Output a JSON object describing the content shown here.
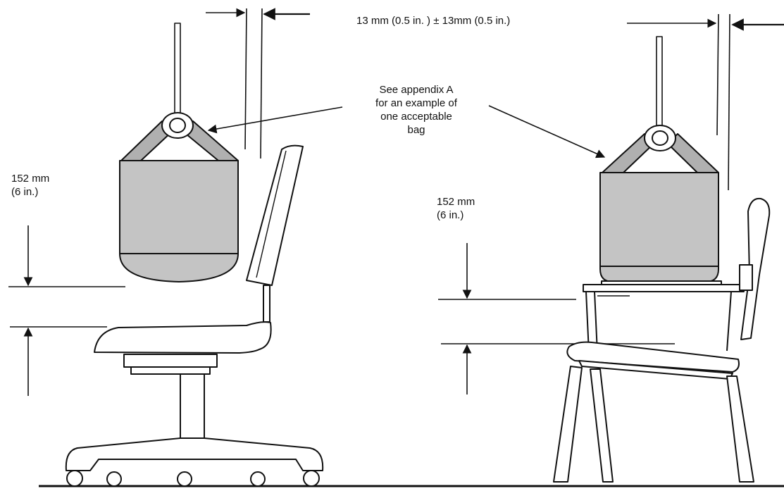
{
  "labels": {
    "tolerance": "13 mm (0.5 in. ) ± 13mm (0.5 in.)",
    "appendix_lines": [
      "See appendix A",
      "for  an example of",
      "one acceptable",
      "bag"
    ],
    "left_height": [
      "152 mm",
      "(6 in.)"
    ],
    "right_height": [
      "152 mm",
      "(6 in.)"
    ]
  },
  "colors": {
    "line": "#111111",
    "bag_fill": "#c4c4c4",
    "strap_fill": "#b0b0b0"
  }
}
